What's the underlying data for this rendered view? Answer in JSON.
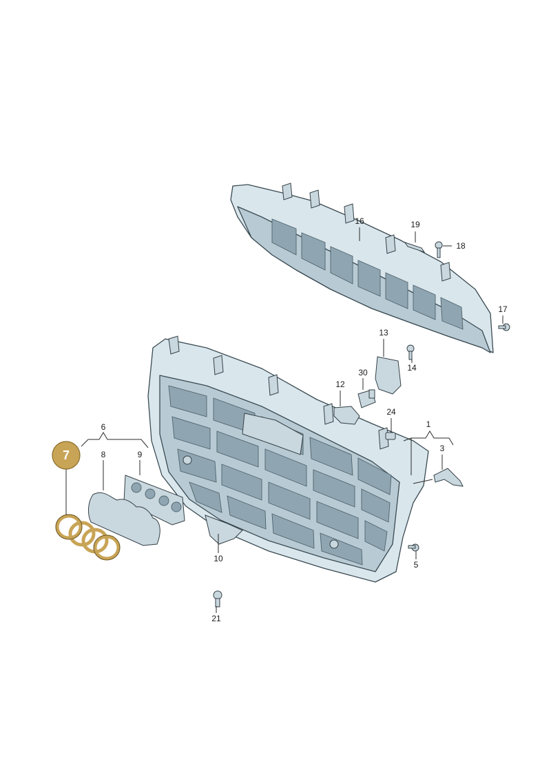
{
  "diagram": {
    "highlighted_part": "7",
    "highlight_color": "#c8a456",
    "part_color": "#d9e6ec",
    "line_color": "#2a2a2a",
    "labels": {
      "p1": "1",
      "p3": "3",
      "p5": "5",
      "p6": "6",
      "p7": "7",
      "p8": "8",
      "p9": "9",
      "p10": "10",
      "p12": "12",
      "p13": "13",
      "p14": "14",
      "p16": "16",
      "p17": "17",
      "p18": "18",
      "p19": "19",
      "p21": "21",
      "p24": "24",
      "p30": "30"
    }
  }
}
